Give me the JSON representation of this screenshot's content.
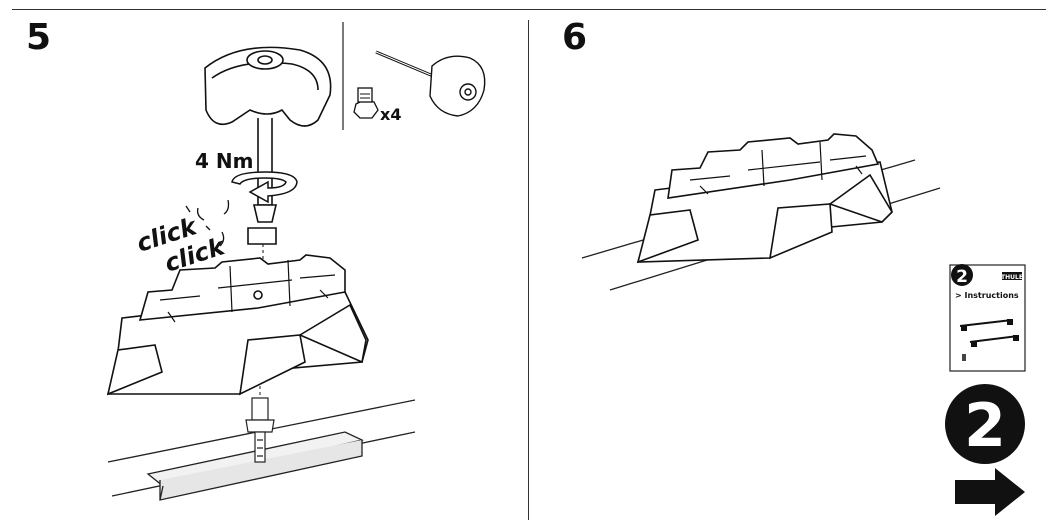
{
  "steps": [
    {
      "number": "5",
      "torque_label": "4 Nm",
      "click_words": [
        "click",
        "click"
      ],
      "quantity_label": "x4"
    },
    {
      "number": "6"
    }
  ],
  "reference": {
    "booklet_number": "2",
    "booklet_brand": "THULE",
    "booklet_label": "> Instructions",
    "next_number": "2"
  },
  "icons": [
    "torque-wrench-icon",
    "rotation-arrow-icon",
    "nut-icon",
    "foot-assembly-icon",
    "next-arrow-icon"
  ]
}
